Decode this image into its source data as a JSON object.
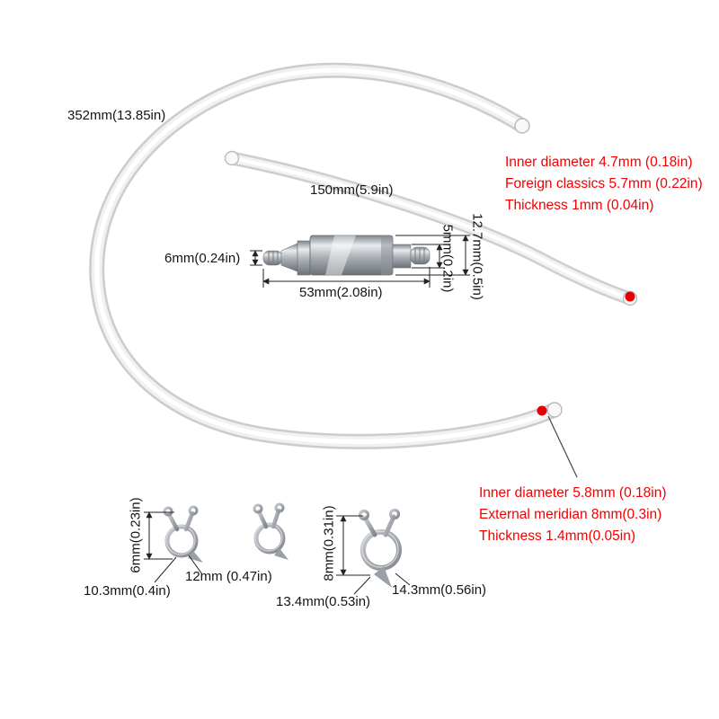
{
  "dimensions": {
    "long_tube": "352mm(13.85in)",
    "short_tube": "150mm(5.9in)",
    "connector_tip_diameter": "6mm(0.24in)",
    "connector_length": "53mm(2.08in)",
    "connector_shaft_diameter": "5mm(0.2in)",
    "connector_body_diameter": "12.7mm(0.5in)",
    "small_clamp_height": "6mm(0.23in)",
    "small_clamp_inner": "10.3mm(0.4in)",
    "small_clamp_outer": "12mm (0.47in)",
    "large_clamp_height": "8mm(0.31in)",
    "large_clamp_inner": "13.4mm(0.53in)",
    "large_clamp_outer": "14.3mm(0.56in)"
  },
  "tube_specs": {
    "thin_tube": {
      "inner_diameter": "Inner diameter 4.7mm (0.18in)",
      "outer_diameter": "Foreign classics 5.7mm (0.22in)",
      "thickness": "Thickness 1mm (0.04in)"
    },
    "thick_tube": {
      "inner_diameter": "Inner diameter 5.8mm (0.18in)",
      "outer_diameter": "External meridian 8mm(0.3in)",
      "thickness": "Thickness 1.4mm(0.05in)"
    }
  },
  "colors": {
    "annotation_red": "#f20000",
    "dimension_black": "#1c1c1c",
    "tube_outline": "#c7c7c7",
    "metal_gray": "#aab0b6"
  }
}
